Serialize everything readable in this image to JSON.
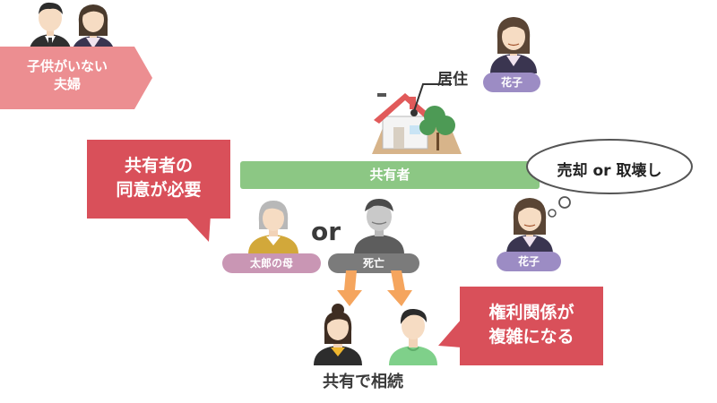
{
  "banner": {
    "text_line1": "子供がいない",
    "text_line2": "夫婦"
  },
  "residence_label": "居住",
  "names": {
    "hanako_top": "花子",
    "hanako_mid": "花子",
    "mother": "太郎の母",
    "deceased": "死亡"
  },
  "co_owner_bar": "共有者",
  "consent_callout": {
    "line1": "共有者の",
    "line2": "同意が必要"
  },
  "thought_bubble": "売却 or 取壊し",
  "or_label": "or",
  "inheritance_label": "共有で相続",
  "complex_callout": {
    "line1": "権利関係が",
    "line2": "複雑になる"
  },
  "colors": {
    "banner_pink": "#ec8e91",
    "callout_red": "#d9505a",
    "bar_green": "#8cc784",
    "pill_purple": "#9c8cc4",
    "pill_pink": "#c996b4",
    "pill_gray": "#7b7b7b",
    "arrow_orange": "#f5a55e"
  }
}
